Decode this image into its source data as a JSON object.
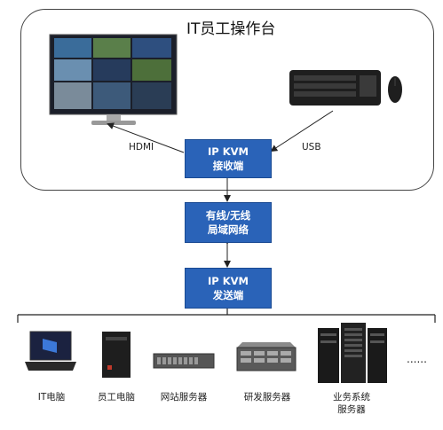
{
  "workstation": {
    "title": "IT员工操作台"
  },
  "connections": {
    "left": "HDMI",
    "right": "USB"
  },
  "boxes": {
    "receiver": {
      "line1": "IP KVM",
      "line2": "接收端"
    },
    "network": {
      "line1": "有线/无线",
      "line2": "局域网络"
    },
    "sender": {
      "line1": "IP KVM",
      "line2": "发送端"
    }
  },
  "devices": [
    {
      "label": "IT电脑",
      "icon": "laptop-icon"
    },
    {
      "label": "员工电脑",
      "icon": "desktop-tower-icon"
    },
    {
      "label": "网站服务器",
      "icon": "rack-server-icon"
    },
    {
      "label": "研发服务器",
      "icon": "storage-server-icon"
    },
    {
      "label": "业务系统",
      "label2": "服务器",
      "icon": "server-cabinet-icon"
    }
  ],
  "more": "......",
  "colors": {
    "box": "#2a63b8",
    "box_text": "#ffffff"
  }
}
